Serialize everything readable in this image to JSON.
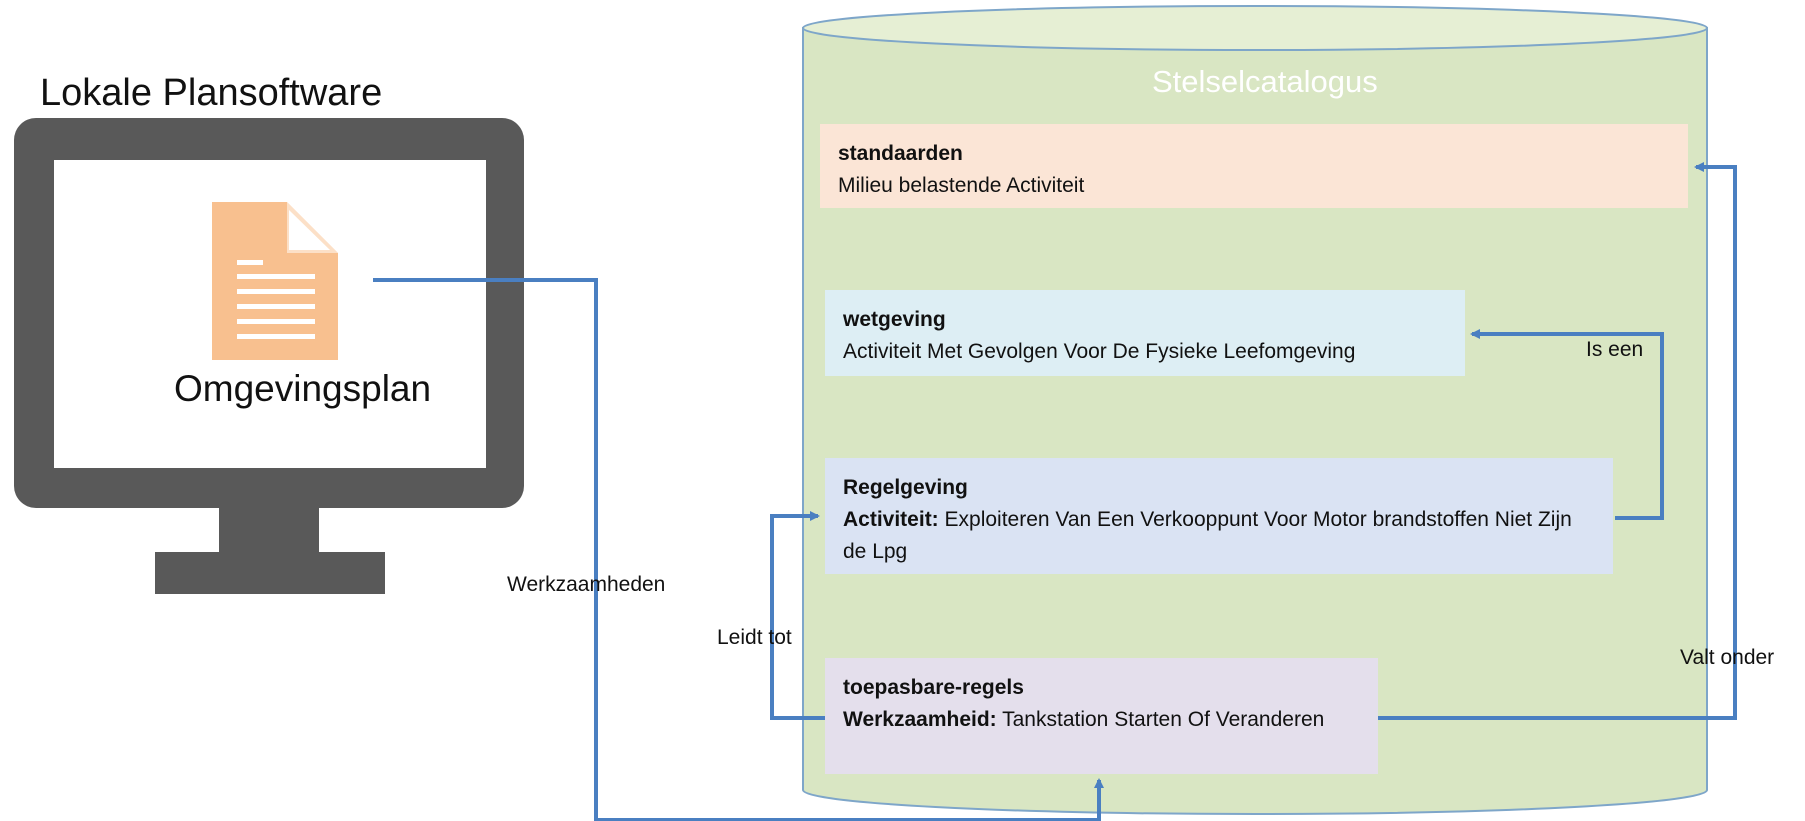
{
  "local_software": {
    "title": "Lokale Plansoftware",
    "document_label": "Omgevingsplan"
  },
  "catalogue": {
    "title": "Stelselcatalogus",
    "boxes": {
      "standaarden": {
        "title": "standaarden",
        "text": "Milieu belastende Activiteit",
        "color": "#fbe5d6"
      },
      "wetgeving": {
        "title": "wetgeving",
        "text": "Activiteit Met Gevolgen Voor De Fysieke Leefomgeving",
        "color": "#ddeef4"
      },
      "regelgeving": {
        "title": "Regelgeving",
        "key": "Activiteit:",
        "text": " Exploiteren Van Een Verkooppunt Voor Motor brandstoffen Niet Zijn de Lpg",
        "color": "#dae3f3"
      },
      "toepasbare": {
        "title": "toepasbare-regels",
        "key": "Werkzaamheid:",
        "text": " Tankstation Starten Of Veranderen",
        "color": "#e4dfec"
      }
    }
  },
  "relations": {
    "werkzaamheden": "Werkzaamheden",
    "leidt_tot": "Leidt tot",
    "is_een": "Is een",
    "valt_onder": "Valt onder"
  },
  "colors": {
    "cylinder_fill": "#d9e6c3",
    "cylinder_top": "#e6efd4",
    "cylinder_stroke": "#7ea6c9",
    "monitor": "#595959",
    "document_icon": "#f8c08f",
    "arrow": "#4a7fc1"
  }
}
